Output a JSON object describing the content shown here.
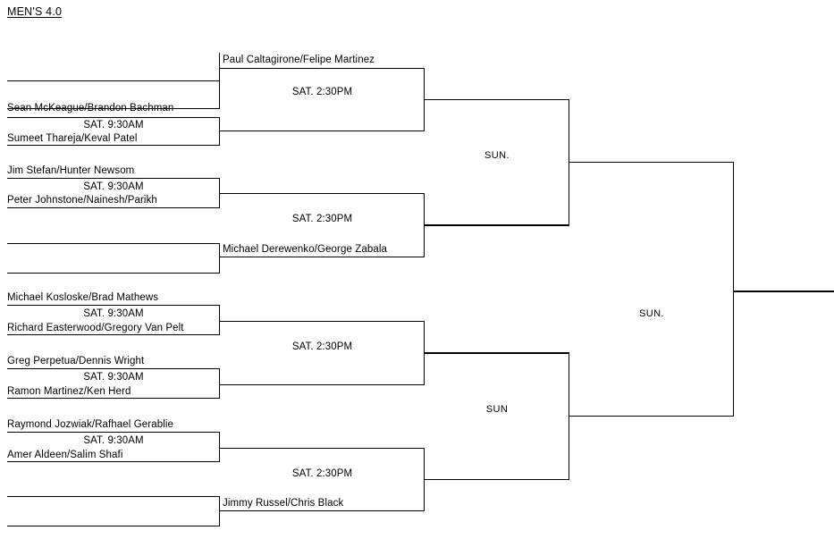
{
  "title": "MEN'S 4.0",
  "colors": {
    "line": "#000000",
    "background": "#ffffff",
    "text": "#000000"
  },
  "rounds": [
    {
      "name": "round-1",
      "matches": [
        {
          "top": "",
          "bottom": "",
          "time": ""
        },
        {
          "top": "Sean McKeague/Brandon Bachman",
          "bottom": "Sumeet Thareja/Keval Patel",
          "time": "SAT. 9:30AM"
        },
        {
          "top": "Jim Stefan/Hunter Newsom",
          "bottom": "Peter Johnstone/Nainesh/Parikh",
          "time": "SAT. 9:30AM"
        },
        {
          "top": "",
          "bottom": "",
          "time": ""
        },
        {
          "top": "Michael Kosloske/Brad Mathews",
          "bottom": "Richard Easterwood/Gregory Van Pelt",
          "time": "SAT. 9:30AM"
        },
        {
          "top": "Greg Perpetua/Dennis Wright",
          "bottom": "Ramon Martinez/Ken Herd",
          "time": "SAT. 9:30AM"
        },
        {
          "top": "Raymond Jozwiak/Rafhael Gerablie",
          "bottom": "Amer Aldeen/Salim Shafi",
          "time": "SAT. 9:30AM"
        },
        {
          "top": "",
          "bottom": "",
          "time": ""
        }
      ]
    },
    {
      "name": "round-2",
      "matches": [
        {
          "winner": "Paul Caltagirone/Felipe Martinez",
          "time": "SAT. 2:30PM"
        },
        {
          "winner": "Michael Derewenko/George Zabala",
          "time": "SAT. 2:30PM"
        },
        {
          "winner": "",
          "time": "SAT. 2:30PM"
        },
        {
          "winner": "Jimmy Russel/Chris Black",
          "time": "SAT. 2:30PM"
        }
      ]
    },
    {
      "name": "semifinals",
      "matches": [
        {
          "winner": "",
          "time": "SUN."
        },
        {
          "winner": "",
          "time": "SUN"
        }
      ]
    },
    {
      "name": "final",
      "matches": [
        {
          "winner": "",
          "time": "SUN."
        }
      ]
    }
  ]
}
